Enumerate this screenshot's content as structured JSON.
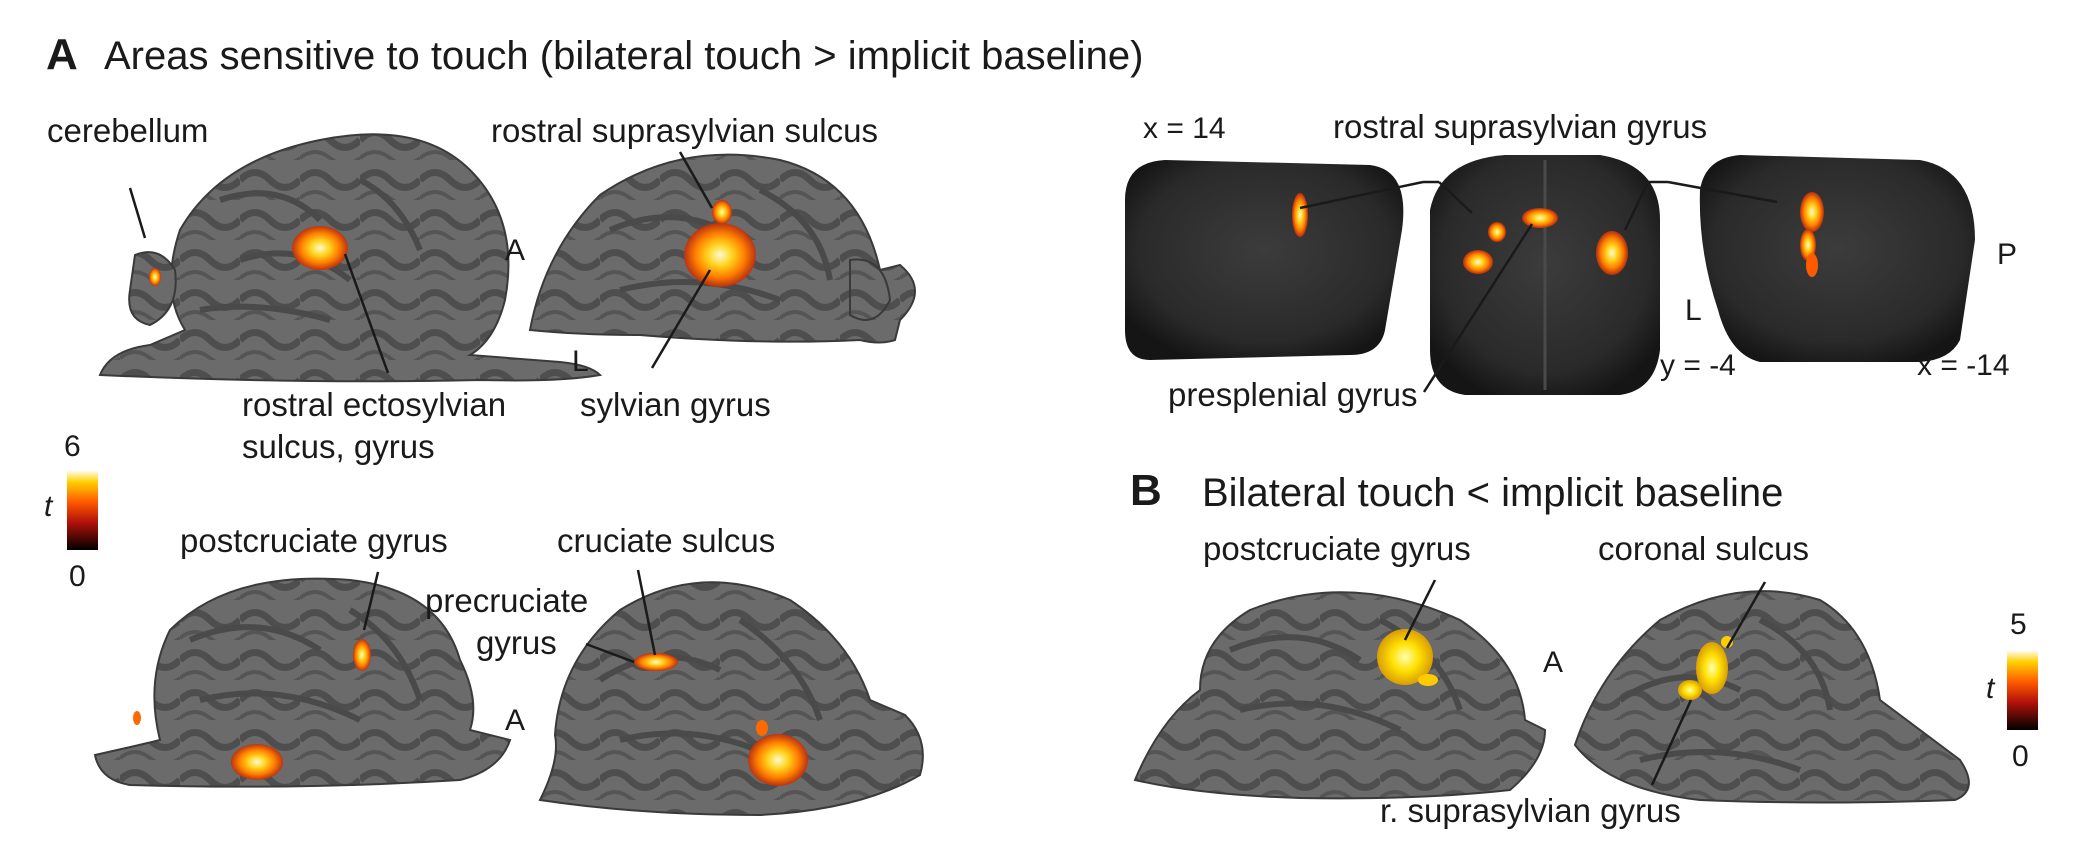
{
  "panel_a": {
    "letter": "A",
    "title": "Areas sensitive to touch (bilateral touch > implicit baseline)",
    "labels": {
      "cerebellum": "cerebellum",
      "rostral_suprasylvian_sulcus": "rostral suprasylvian sulcus",
      "rostral_ectosylvian_1": "rostral ectosylvian",
      "rostral_ectosylvian_2": "sulcus, gyrus",
      "sylvian_gyrus": "sylvian gyrus",
      "postcruciate_gyrus": "postcruciate gyrus",
      "cruciate_sulcus": "cruciate sulcus",
      "precruciate_1": "precruciate",
      "precruciate_2": "gyrus",
      "rostral_suprasylvian_gyrus": "rostral suprasylvian gyrus",
      "presplenial_gyrus": "presplenial gyrus"
    },
    "orientation": {
      "a_top": "A",
      "l_top": "L",
      "a_bottom": "A",
      "x_pos": "x = 14",
      "y_val": "y = -4",
      "x_neg": "x = -14",
      "l_coronal": "L",
      "p_sag": "P"
    },
    "colorbar": {
      "max": "6",
      "min": "0",
      "symbol": "t"
    }
  },
  "panel_b": {
    "letter": "B",
    "title": "Bilateral touch < implicit baseline",
    "labels": {
      "postcruciate_gyrus": "postcruciate gyrus",
      "coronal_sulcus": "coronal sulcus",
      "r_suprasylvian_gyrus": "r. suprasylvian gyrus"
    },
    "orientation": {
      "a": "A"
    },
    "colorbar": {
      "max": "5",
      "min": "0",
      "symbol": "t"
    }
  },
  "colors": {
    "brain_fill": "#6b6b6b",
    "brain_sulcus": "#4a4a4a",
    "heat_low": "#c2300a",
    "heat_mid": "#ff8a00",
    "heat_high": "#ffff99"
  }
}
